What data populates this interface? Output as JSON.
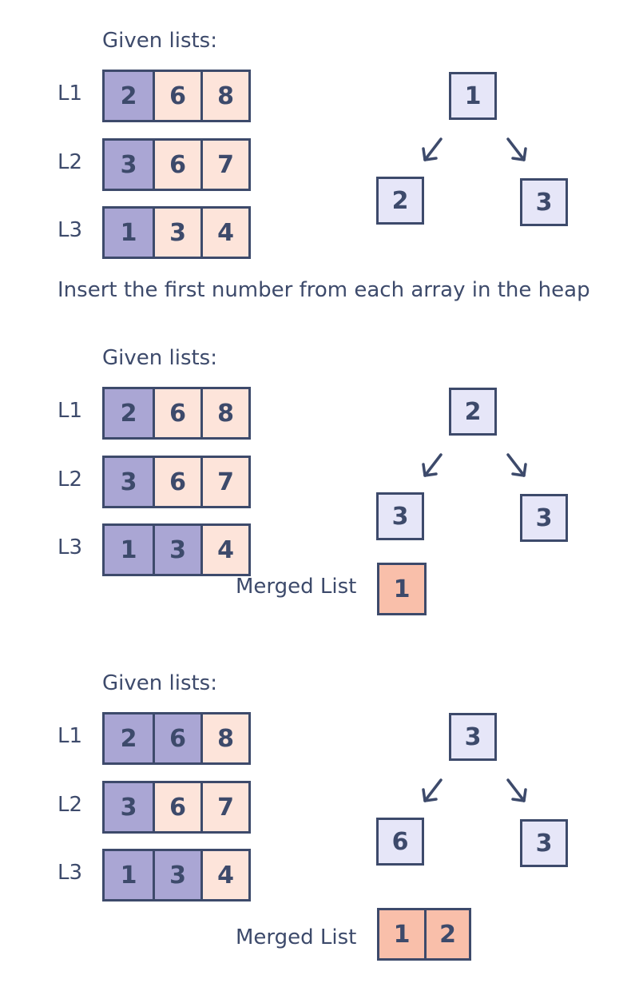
{
  "panels": [
    {
      "given_label": "Given lists:",
      "lists": [
        {
          "label": "L1",
          "values": [
            "2",
            "6",
            "8"
          ],
          "used": [
            true,
            false,
            false
          ]
        },
        {
          "label": "L2",
          "values": [
            "3",
            "6",
            "7"
          ],
          "used": [
            true,
            false,
            false
          ]
        },
        {
          "label": "L3",
          "values": [
            "1",
            "3",
            "4"
          ],
          "used": [
            true,
            false,
            false
          ]
        }
      ],
      "heap": {
        "root": "1",
        "left": "2",
        "right": "3"
      },
      "caption": "Insert the first number from each array in the heap"
    },
    {
      "given_label": "Given lists:",
      "lists": [
        {
          "label": "L1",
          "values": [
            "2",
            "6",
            "8"
          ],
          "used": [
            true,
            false,
            false
          ]
        },
        {
          "label": "L2",
          "values": [
            "3",
            "6",
            "7"
          ],
          "used": [
            true,
            false,
            false
          ]
        },
        {
          "label": "L3",
          "values": [
            "1",
            "3",
            "4"
          ],
          "used": [
            true,
            true,
            false
          ]
        }
      ],
      "heap": {
        "root": "2",
        "left": "3",
        "right": "3"
      },
      "merged_label": "Merged List",
      "merged": [
        "1"
      ]
    },
    {
      "given_label": "Given lists:",
      "lists": [
        {
          "label": "L1",
          "values": [
            "2",
            "6",
            "8"
          ],
          "used": [
            true,
            true,
            false
          ]
        },
        {
          "label": "L2",
          "values": [
            "3",
            "6",
            "7"
          ],
          "used": [
            true,
            false,
            false
          ]
        },
        {
          "label": "L3",
          "values": [
            "1",
            "3",
            "4"
          ],
          "used": [
            true,
            true,
            false
          ]
        }
      ],
      "heap": {
        "root": "3",
        "left": "6",
        "right": "3"
      },
      "merged_label": "Merged List",
      "merged": [
        "1",
        "2"
      ]
    }
  ],
  "colors": {
    "ink": "#3d4a6b",
    "used_cell": "#aaa6d4",
    "unused_cell": "#fde4da",
    "heap_node": "#e6e6f8",
    "merged_cell": "#f9bfaa"
  }
}
